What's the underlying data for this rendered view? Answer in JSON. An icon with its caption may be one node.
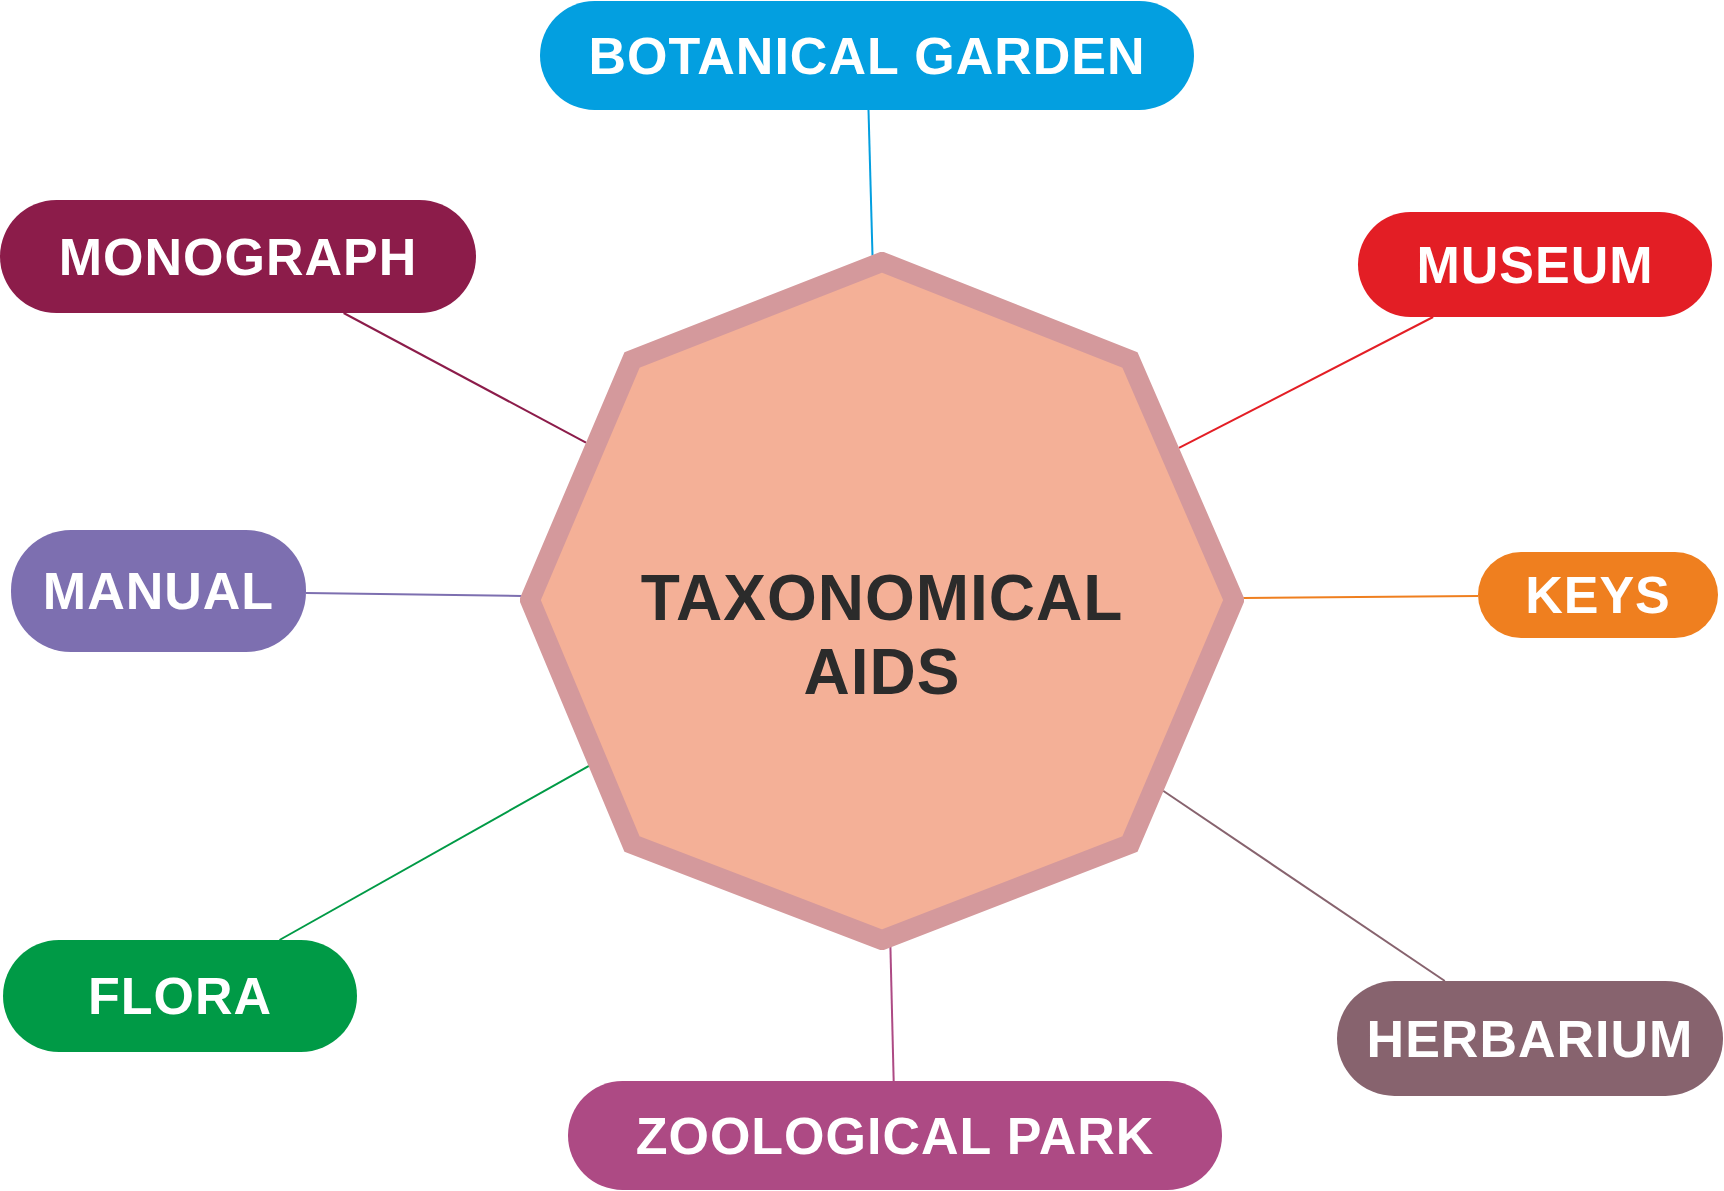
{
  "diagram": {
    "nodes": [
      {
        "text": [
          "TAXONOMICAL AIDS"
        ]
      },
      {
        "text": [
          "BOTANICAL GARDEN"
        ]
      },
      {
        "text": [
          "MONOGRAPH"
        ]
      },
      {
        "text": [
          "MUSEUM"
        ]
      },
      {
        "text": [
          "MANUAL"
        ]
      },
      {
        "text": [
          "KEYS"
        ]
      },
      {
        "text": [
          "FLORA"
        ]
      },
      {
        "text": [
          "HERBARIUM"
        ]
      },
      {
        "text": [
          "ZOOLOGICAL PARK"
        ]
      }
    ],
    "edges": [
      {
        "from": 0,
        "to": 1,
        "arrow": "none",
        "color": "#039fe0"
      },
      {
        "from": 0,
        "to": 2,
        "arrow": "none",
        "color": "#8c1c4a"
      },
      {
        "from": 0,
        "to": 3,
        "arrow": "none",
        "color": "#e31e25"
      },
      {
        "from": 0,
        "to": 4,
        "arrow": "none",
        "color": "#7d6fb0"
      },
      {
        "from": 0,
        "to": 5,
        "arrow": "none",
        "color": "#ef7f1f"
      },
      {
        "from": 0,
        "to": 6,
        "arrow": "none",
        "color": "#009a46"
      },
      {
        "from": 0,
        "to": 7,
        "arrow": "none",
        "color": "#87636e"
      },
      {
        "from": 0,
        "to": 8,
        "arrow": "none",
        "color": "#ad4a84"
      }
    ]
  }
}
